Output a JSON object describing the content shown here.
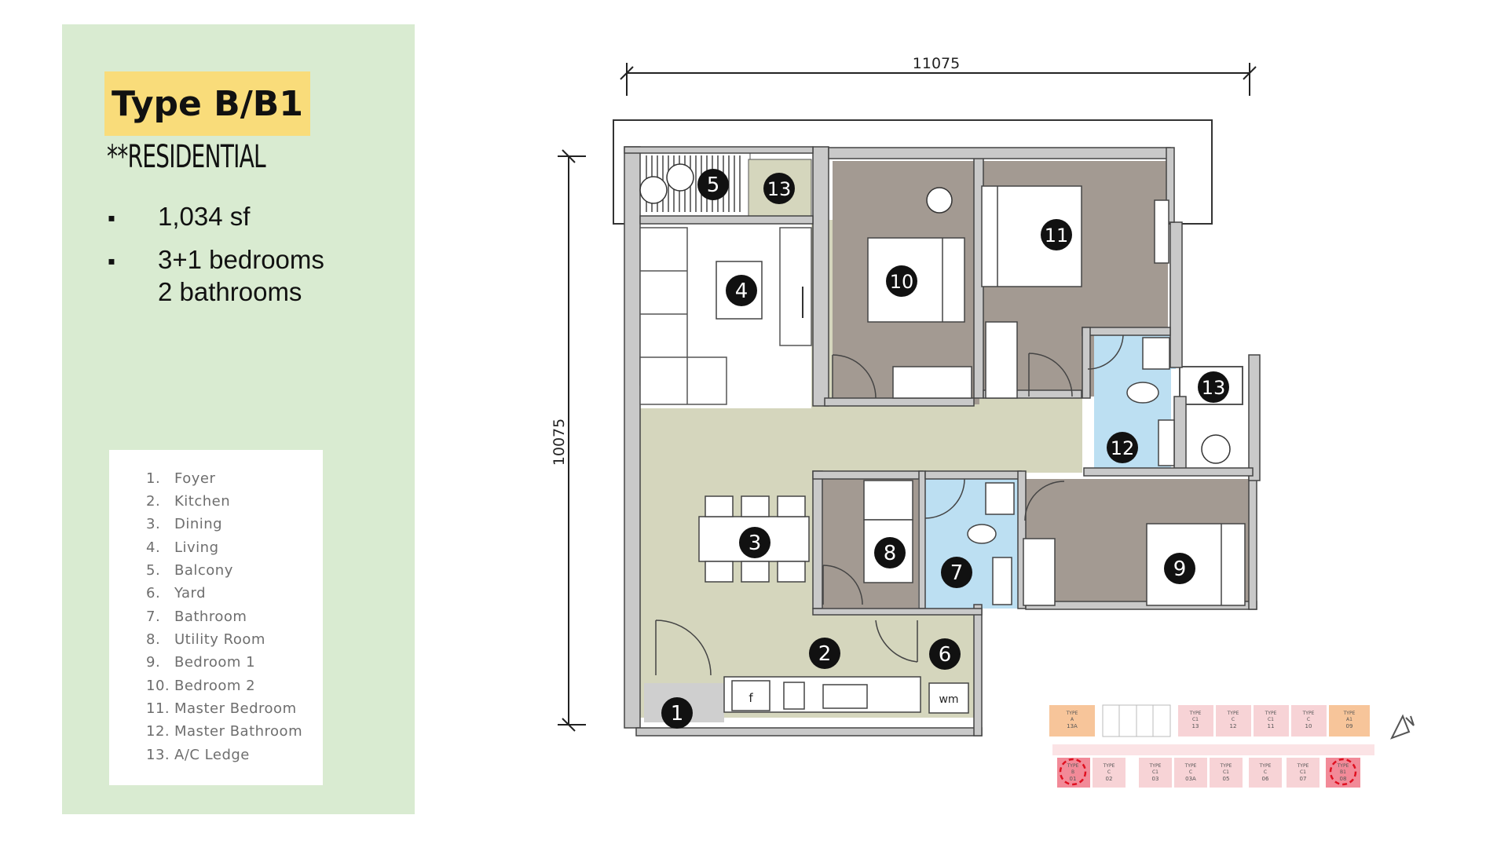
{
  "unit_type": "Type B/B1",
  "category": "**RESIDENTIAL",
  "features": [
    {
      "bullet": "▪",
      "lines": [
        "1,034 sf"
      ]
    },
    {
      "bullet": "▪",
      "lines": [
        "3+1 bedrooms",
        "2 bathrooms"
      ]
    }
  ],
  "legend": [
    {
      "num": "1.",
      "label": "Foyer"
    },
    {
      "num": "2.",
      "label": "Kitchen"
    },
    {
      "num": "3.",
      "label": "Dining"
    },
    {
      "num": "4.",
      "label": "Living"
    },
    {
      "num": "5.",
      "label": "Balcony"
    },
    {
      "num": "6.",
      "label": "Yard"
    },
    {
      "num": "7.",
      "label": "Bathroom"
    },
    {
      "num": "8.",
      "label": "Utility Room"
    },
    {
      "num": "9.",
      "label": "Bedroom 1"
    },
    {
      "num": "10.",
      "label": "Bedroom 2"
    },
    {
      "num": "11.",
      "label": "Master Bedroom"
    },
    {
      "num": "12.",
      "label": "Master Bathroom"
    },
    {
      "num": "13.",
      "label": "A/C Ledge"
    }
  ],
  "dimensions": {
    "width": "11075",
    "height": "10075"
  },
  "markers": [
    "1",
    "2",
    "3",
    "4",
    "5",
    "6",
    "7",
    "8",
    "9",
    "10",
    "11",
    "12",
    "13",
    "13"
  ],
  "fixtures": {
    "fridge": "f",
    "washer": "wm"
  },
  "keyplan": {
    "top": [
      {
        "t": "TYPE",
        "m": "A",
        "b": "13A"
      },
      {
        "t": "TYPE",
        "m": "C1",
        "b": "13"
      },
      {
        "t": "TYPE",
        "m": "C",
        "b": "12"
      },
      {
        "t": "TYPE",
        "m": "C1",
        "b": "11"
      },
      {
        "t": "TYPE",
        "m": "C",
        "b": "10"
      },
      {
        "t": "TYPE",
        "m": "A1",
        "b": "09"
      }
    ],
    "bottom": [
      {
        "t": "TYPE",
        "m": "B",
        "b": "01"
      },
      {
        "t": "TYPE",
        "m": "C",
        "b": "02"
      },
      {
        "t": "TYPE",
        "m": "C1",
        "b": "03"
      },
      {
        "t": "TYPE",
        "m": "C",
        "b": "03A"
      },
      {
        "t": "TYPE",
        "m": "C1",
        "b": "05"
      },
      {
        "t": "TYPE",
        "m": "C",
        "b": "06"
      },
      {
        "t": "TYPE",
        "m": "C1",
        "b": "07"
      },
      {
        "t": "TYPE",
        "m": "B1",
        "b": "08"
      }
    ]
  },
  "colors": {
    "panel": "#d9ebd1",
    "badge": "#f9dc7a",
    "room_brown": "#a39a92",
    "room_common": "#d5d6bd",
    "room_bath": "#bcdff2",
    "wall": "#cfcfcf",
    "keyplan_highlight": "#f28a98",
    "keyplan_orange": "#f7c59a",
    "keyplan_pink": "#f7d3d6"
  }
}
